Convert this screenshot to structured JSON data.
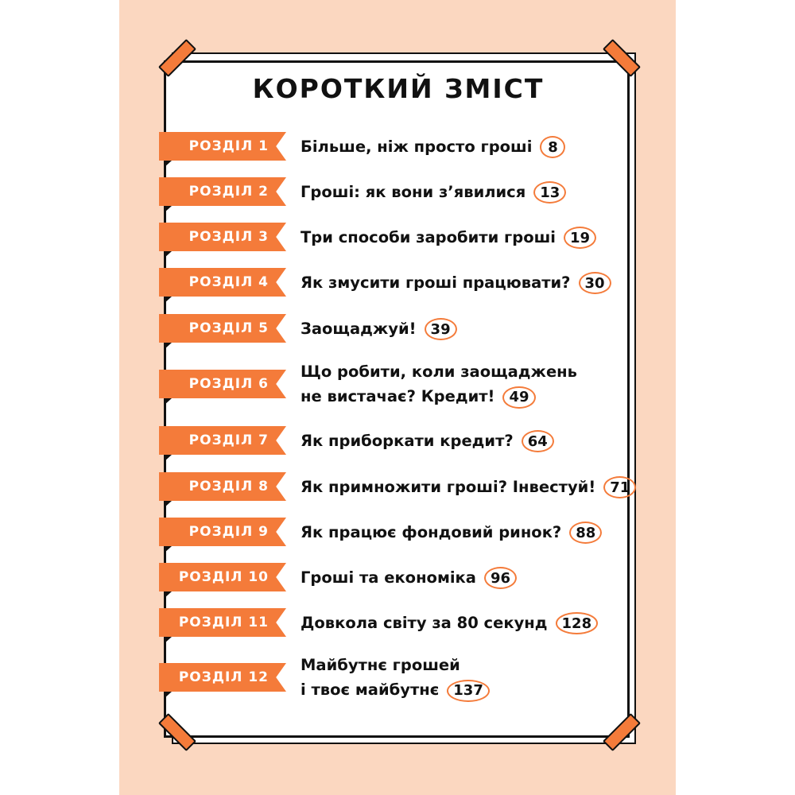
{
  "title": "КОРОТКИЙ ЗМІСТ",
  "accent_color": "#f47b3a",
  "background_color": "#fbd7c0",
  "chapters": [
    {
      "tab": "РОЗДІЛ 1",
      "lines": [
        "Більше, ніж просто гроші"
      ],
      "page": "8"
    },
    {
      "tab": "РОЗДІЛ 2",
      "lines": [
        "Гроші: як вони з’явилися"
      ],
      "page": "13"
    },
    {
      "tab": "РОЗДІЛ 3",
      "lines": [
        "Три способи заробити гроші"
      ],
      "page": "19"
    },
    {
      "tab": "РОЗДІЛ 4",
      "lines": [
        "Як змусити гроші працювати?"
      ],
      "page": "30"
    },
    {
      "tab": "РОЗДІЛ 5",
      "lines": [
        "Заощаджуй!"
      ],
      "page": "39"
    },
    {
      "tab": "РОЗДІЛ 6",
      "lines": [
        "Що робити, коли заощаджень",
        "не вистачає? Кредит!"
      ],
      "page": "49"
    },
    {
      "tab": "РОЗДІЛ 7",
      "lines": [
        "Як приборкати кредит?"
      ],
      "page": "64"
    },
    {
      "tab": "РОЗДІЛ 8",
      "lines": [
        "Як примножити гроші? Інвестуй!"
      ],
      "page": "71"
    },
    {
      "tab": "РОЗДІЛ 9",
      "lines": [
        "Як працює фондовий ринок?"
      ],
      "page": "88"
    },
    {
      "tab": "РОЗДІЛ 10",
      "lines": [
        "Гроші та економіка"
      ],
      "page": "96"
    },
    {
      "tab": "РОЗДІЛ 11",
      "lines": [
        "Довкола світу за 80 секунд"
      ],
      "page": "128"
    },
    {
      "tab": "РОЗДІЛ 12",
      "lines": [
        "Майбутнє грошей",
        "і твоє майбутнє"
      ],
      "page": "137"
    }
  ]
}
